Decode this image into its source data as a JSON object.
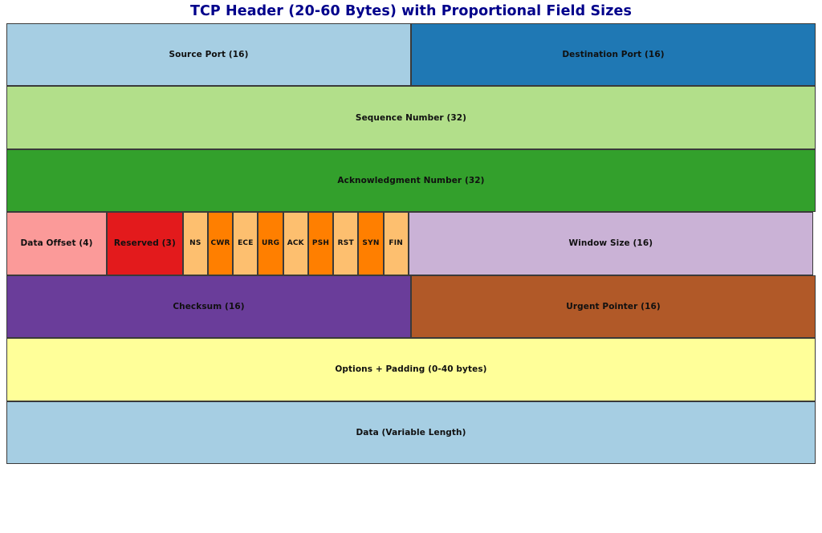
{
  "title": "TCP Header (20-60 Bytes) with Proportional Field Sizes",
  "colors": {
    "title": "#00008b",
    "border": "#3a3a3a",
    "background": "#ffffff",
    "source_port": "#a6cee3",
    "destination_port": "#1f78b4",
    "sequence_number": "#b2df8a",
    "acknowledgment_number": "#33a02c",
    "data_offset": "#fb9a99",
    "reserved": "#e31a1c",
    "flag_light": "#fdbf6f",
    "flag_dark": "#ff7f00",
    "window_size": "#cab2d6",
    "checksum": "#6a3d9a",
    "urgent_pointer": "#b15928",
    "options_padding": "#ffff99",
    "data": "#a6cee3"
  },
  "rows": [
    {
      "name": "ports-row",
      "cells": [
        {
          "label": "Source Port (16)",
          "color": "#a6cee3",
          "bits": 16,
          "width_pct": 50
        },
        {
          "label": "Destination Port (16)",
          "color": "#1f78b4",
          "bits": 16,
          "width_pct": 50
        }
      ]
    },
    {
      "name": "sequence-row",
      "cells": [
        {
          "label": "Sequence Number (32)",
          "color": "#b2df8a",
          "bits": 32,
          "width_pct": 100
        }
      ]
    },
    {
      "name": "acknowledgment-row",
      "cells": [
        {
          "label": "Acknowledgment Number (32)",
          "color": "#33a02c",
          "bits": 32,
          "width_pct": 100
        }
      ]
    },
    {
      "name": "offset-flags-window-row",
      "cells": [
        {
          "label": "Data Offset (4)",
          "color": "#fb9a99",
          "bits": 4,
          "width_pct": 12.4
        },
        {
          "label": "Reserved (3)",
          "color": "#e31a1c",
          "bits": 3,
          "width_pct": 9.4
        },
        {
          "label": "NS",
          "color": "#fdbf6f",
          "bits": 1,
          "width_pct": 3.1
        },
        {
          "label": "CWR",
          "color": "#ff7f00",
          "bits": 1,
          "width_pct": 3.1
        },
        {
          "label": "ECE",
          "color": "#fdbf6f",
          "bits": 1,
          "width_pct": 3.1
        },
        {
          "label": "URG",
          "color": "#ff7f00",
          "bits": 1,
          "width_pct": 3.1
        },
        {
          "label": "ACK",
          "color": "#fdbf6f",
          "bits": 1,
          "width_pct": 3.1
        },
        {
          "label": "PSH",
          "color": "#ff7f00",
          "bits": 1,
          "width_pct": 3.1
        },
        {
          "label": "RST",
          "color": "#fdbf6f",
          "bits": 1,
          "width_pct": 3.1
        },
        {
          "label": "SYN",
          "color": "#ff7f00",
          "bits": 1,
          "width_pct": 3.1
        },
        {
          "label": "FIN",
          "color": "#fdbf6f",
          "bits": 1,
          "width_pct": 3.1
        },
        {
          "label": "Window Size (16)",
          "color": "#cab2d6",
          "bits": 16,
          "width_pct": 50
        }
      ]
    },
    {
      "name": "checksum-urgent-row",
      "cells": [
        {
          "label": "Checksum (16)",
          "color": "#6a3d9a",
          "bits": 16,
          "width_pct": 50
        },
        {
          "label": "Urgent Pointer (16)",
          "color": "#b15928",
          "bits": 16,
          "width_pct": 50
        }
      ]
    },
    {
      "name": "options-row",
      "cells": [
        {
          "label": "Options + Padding (0-40 bytes)",
          "color": "#ffff99",
          "bits": 0,
          "width_pct": 100
        }
      ]
    },
    {
      "name": "data-row",
      "cells": [
        {
          "label": "Data (Variable Length)",
          "color": "#a6cee3",
          "bits": 0,
          "width_pct": 100
        }
      ]
    }
  ],
  "flags": [
    "NS",
    "CWR",
    "ECE",
    "URG",
    "ACK",
    "PSH",
    "RST",
    "SYN",
    "FIN"
  ]
}
